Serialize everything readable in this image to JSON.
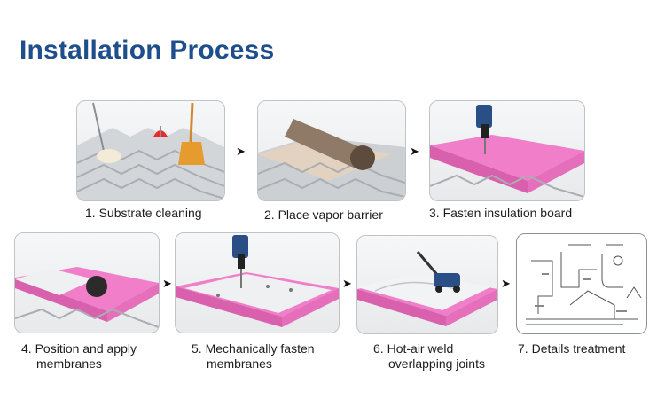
{
  "title": "Installation Process",
  "steps": [
    {
      "number": "1.",
      "label": "Substrate cleaning"
    },
    {
      "number": "2.",
      "label": "Place vapor barrier"
    },
    {
      "number": "3.",
      "label": "Fasten insulation board"
    },
    {
      "number": "4.",
      "label": "Position and apply",
      "label2": "membranes"
    },
    {
      "number": "5.",
      "label": "Mechanically fasten",
      "label2": "membranes"
    },
    {
      "number": "6.",
      "label": "Hot-air weld",
      "label2": "overlapping joints"
    },
    {
      "number": "7.",
      "label": "Details treatment"
    }
  ],
  "arrow_glyph": "➤",
  "colors": {
    "title": "#1f4e8c",
    "insulation": "#f07ec8",
    "membrane": "#eef0f1",
    "metal": "#c9cdd1"
  }
}
